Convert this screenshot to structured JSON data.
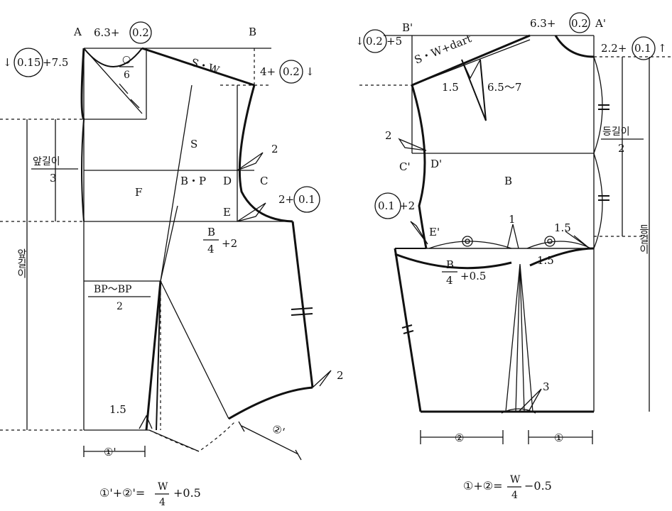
{
  "front": {
    "point_a": "A",
    "point_b": "B",
    "point_c": "C",
    "point_d": "D",
    "point_e": "E",
    "point_f": "F",
    "shoulder_top": "6.3+",
    "shoulder_top_circ": "0.2",
    "neck_drop_pre": "↓",
    "neck_drop_circ": "0.15",
    "neck_drop_post": "+7.5",
    "neck_frac_top": "○",
    "neck_frac_bot": "6",
    "shoulder_seam": "S・W",
    "shoulder_drop_pre": "4+",
    "shoulder_drop_circ": "0.2",
    "shoulder_drop_post": "↓",
    "s_label": "S",
    "bp_label": "B・P",
    "armhole_2": "2",
    "armhole_e_pre": "2+",
    "armhole_e_circ": "0.1",
    "length3_top": "앞길이",
    "length3_bot": "3",
    "bust_top": "B",
    "bust_bot": "4",
    "bust_post": "+2",
    "front_length": "앞길이",
    "bp_frac_top": "BP～BP",
    "bp_frac_bot": "2",
    "hem_15": "1.5",
    "hem_2": "2",
    "mark1": "①'",
    "mark2": "②'",
    "formula": "①'+②'=",
    "formula_top": "W",
    "formula_bot": "4",
    "formula_post": "+0.5"
  },
  "back": {
    "point_a": "A'",
    "point_b": "B'",
    "point_c": "C'",
    "point_d": "D'",
    "point_e": "E'",
    "point_b_center": "B",
    "shoulder_top": "6.3+",
    "shoulder_top_circ": "0.2",
    "neck_rise": "2.2+",
    "neck_rise_circ": "0.1",
    "neck_rise_arrow": "↑",
    "shoulder_drop_pre": "↓",
    "shoulder_drop_circ": "0.2",
    "shoulder_drop_post": "+5",
    "shoulder_seam": "S・W+dart",
    "dart_15": "1.5",
    "dart_range": "6.5～7",
    "armhole_2": "2",
    "length_top": "등길이",
    "length_bot": "2",
    "armhole_e_circ": "0.1",
    "armhole_e_post": "+2",
    "waist_1": "1",
    "waist_15a": "1.5",
    "waist_15b": "1.5",
    "bust_top": "B",
    "bust_bot": "4",
    "bust_post": "+0.5",
    "back_length": "등길이",
    "dart_3": "3",
    "mark2": "②",
    "mark1": "①",
    "formula": "①+②=",
    "formula_top": "W",
    "formula_bot": "4",
    "formula_post": "−0.5"
  }
}
